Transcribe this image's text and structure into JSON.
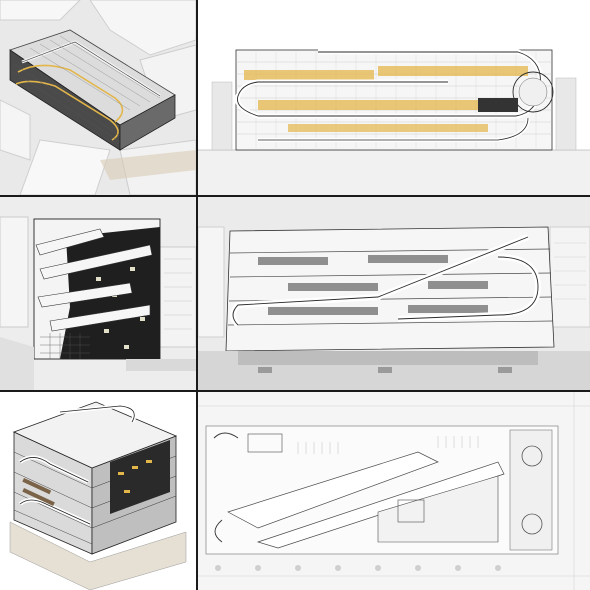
{
  "colors": {
    "background": "#ffffff",
    "divider": "#1a1a1a",
    "accent_yellow": "#e3b64a",
    "line_dark": "#2b2b2b",
    "massing_white": "#f7f7f7"
  },
  "panels": [
    {
      "id": "aerial-axonometric",
      "kind": "rendering"
    },
    {
      "id": "elevation-drawing",
      "kind": "drawing"
    },
    {
      "id": "section-perspective",
      "kind": "rendering"
    },
    {
      "id": "sectional-axonometric",
      "kind": "rendering"
    },
    {
      "id": "corner-axonometric",
      "kind": "rendering"
    },
    {
      "id": "floor-plan",
      "kind": "drawing"
    }
  ]
}
